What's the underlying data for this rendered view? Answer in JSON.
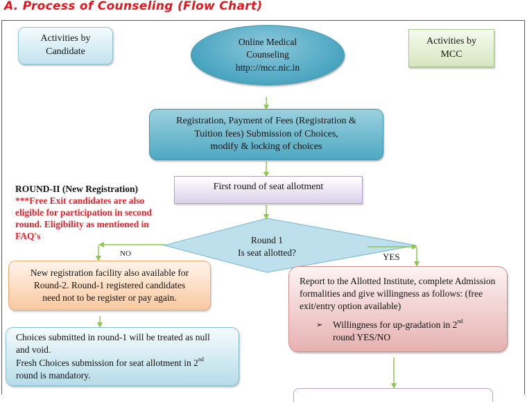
{
  "title": "A.  Process of Counseling (Flow Chart)",
  "legend": {
    "candidate": "Activities by Candidate",
    "mcc": "Activities by MCC"
  },
  "start": {
    "line1": "Online Medical",
    "line2": "Counseling",
    "line3": "http:://mcc.nic.in"
  },
  "registration": {
    "line1": "Registration, Payment of Fees (Registration &",
    "line2": "Tuition fees) Submission of Choices,",
    "line3": "modify & locking of choices"
  },
  "first_round": "First round of seat allotment",
  "decision": {
    "line1": "Round 1",
    "line2": "Is seat allotted?",
    "no_label": "NO",
    "yes_label": "YES"
  },
  "round2_note": {
    "heading": "ROUND-II (New Registration)",
    "red_text": "***Free Exit candidates are also eligible for participation in second round. Eligibility as mentioned in FAQ's"
  },
  "new_registration": {
    "line1": "New registration facility also available for",
    "line2": "Round-2. Round-1 registered candidates",
    "line3": "need not to be register or pay again."
  },
  "choices_null": {
    "line1": "Choices submitted in round-1 will be treated as null",
    "line2": "and void.",
    "line3_pre": "Fresh Choices submission for seat allotment in 2",
    "line3_sup": "nd",
    "line4": "round is mandatory."
  },
  "report": {
    "text": "Report to the Allotted Institute, complete Admission formalities and give willingness as follows: (free exit/entry option available)",
    "bullet_glyph": "➢",
    "bullet_pre": "Willingness for up-gradation in 2",
    "bullet_sup": "nd",
    "bullet_post": "round YES/NO"
  },
  "colors": {
    "title": "#e8141c",
    "arrow": "#8cc84b",
    "warning_text": "#ee1c24"
  }
}
